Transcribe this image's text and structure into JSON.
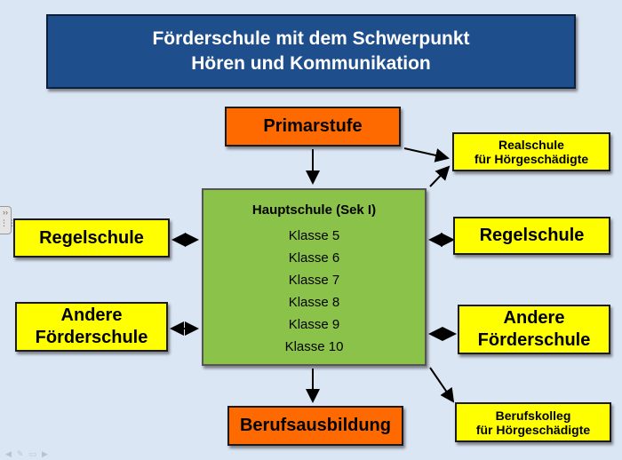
{
  "title": {
    "line1": "Förderschule mit dem Schwerpunkt",
    "line2": "Hören und Kommunikation"
  },
  "nodes": {
    "primarstufe": "Primarstufe",
    "hauptschule": {
      "heading": "Hauptschule (Sek I)",
      "classes": [
        "Klasse 5",
        "Klasse 6",
        "Klasse 7",
        "Klasse 8",
        "Klasse 9",
        "Klasse 10"
      ]
    },
    "berufsausbildung": "Berufsausbildung",
    "regelschule_left": "Regelschule",
    "regelschule_right": "Regelschule",
    "andere_left": {
      "line1": "Andere",
      "line2": "Förderschule"
    },
    "andere_right": {
      "line1": "Andere",
      "line2": "Förderschule"
    },
    "realschule": {
      "line1": "Realschule",
      "line2": "für Hörgeschädigte"
    },
    "berufskolleg": {
      "line1": "Berufskolleg",
      "line2": "für Hörgeschädigte"
    }
  },
  "colors": {
    "background": "#dbe6f4",
    "title_fill": "#1f4e8c",
    "orange_fill": "#ff6a00",
    "yellow_fill": "#ffff00",
    "green_fill": "#8bc34a"
  }
}
